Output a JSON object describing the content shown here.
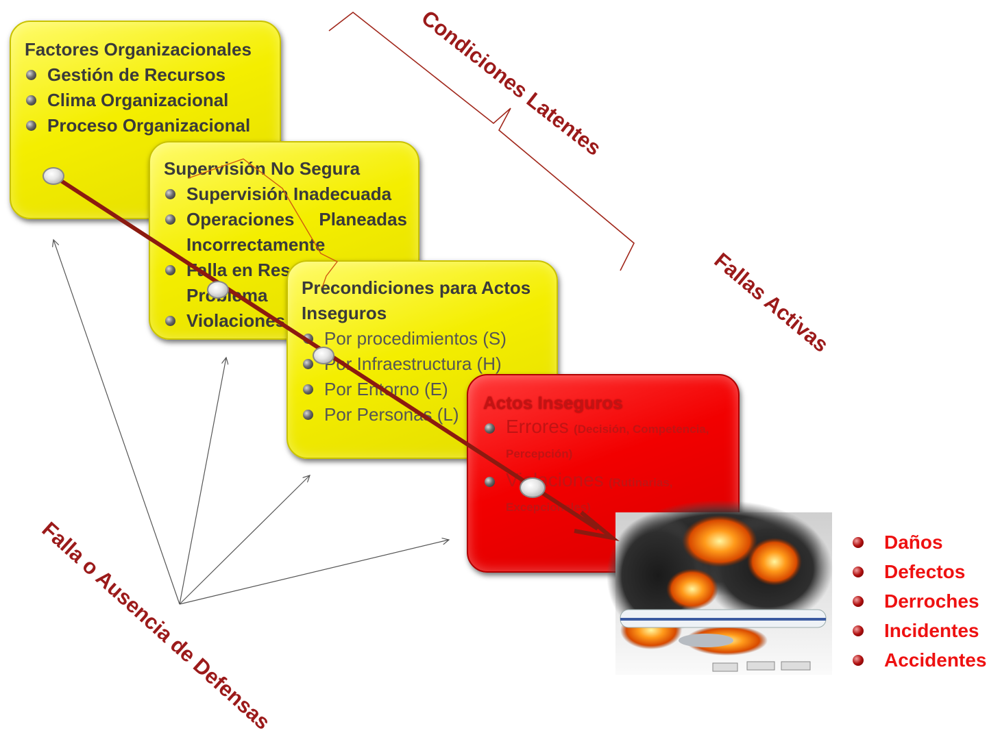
{
  "factores": {
    "title": "Factores Organizacionales",
    "items": [
      "Gestión de Recursos",
      "Clima Organizacional",
      "Proceso Organizacional"
    ]
  },
  "supervision": {
    "title": "Supervisión No Segura",
    "items": [
      "Supervisión Inadecuada",
      "Operaciones Planeadas Incorrectamente",
      "Falla en Resolver un Problema",
      "Violaciones"
    ]
  },
  "precondiciones": {
    "title": "Precondiciones para Actos Inseguros",
    "items": [
      "Por procedimientos (S)",
      "Por Infraestructura (H)",
      "Por Entorno (E)",
      "Por Personas (L)"
    ]
  },
  "actos": {
    "title": "Actos Inseguros",
    "items": [
      {
        "main": "Errores",
        "detail": "(Decisión, Competencia, Percepción)"
      },
      {
        "main": "Violaciones",
        "detail": "(Rutinarias, Excepcionales)"
      }
    ]
  },
  "labels": {
    "latentes": "Condiciones Latentes",
    "activas": "Fallas Activas",
    "defensas": "Falla o Ausencia de Defensas"
  },
  "outcomes": [
    "Daños",
    "Defectos",
    "Derroches",
    "Incidentes",
    "Accidentes"
  ],
  "colors": {
    "yellow": "#f4ee00",
    "red": "#f20000",
    "arrow": "#8b1a10",
    "label": "#9b1a1a",
    "outcome": "#ee1111"
  }
}
